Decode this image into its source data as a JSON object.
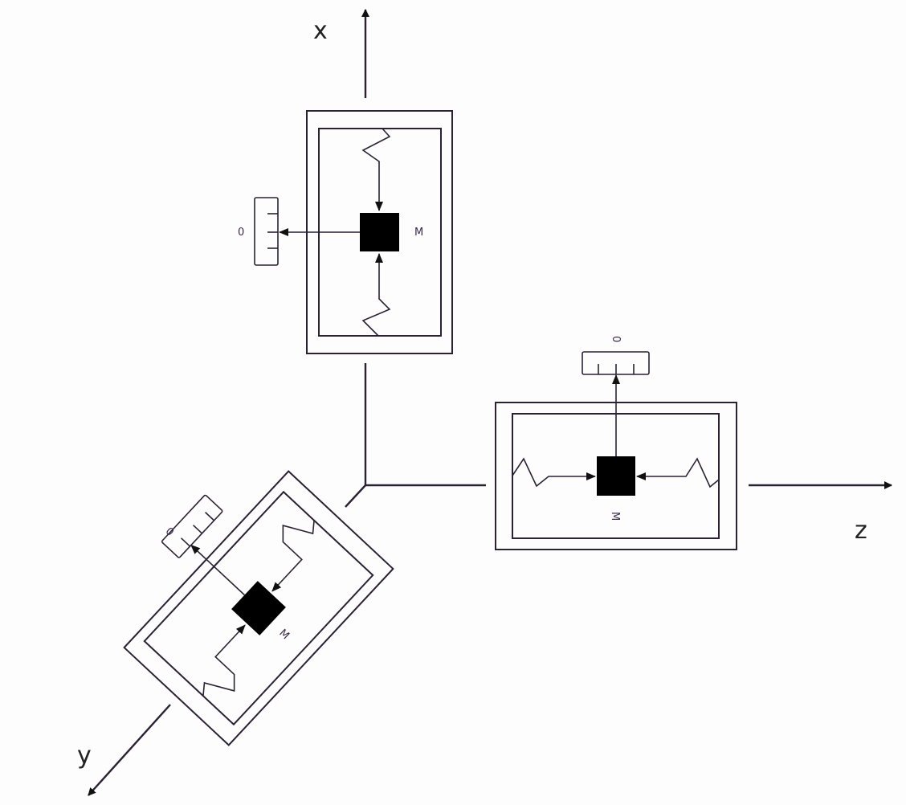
{
  "axes": {
    "x_label": "x",
    "y_label": "y",
    "z_label": "z"
  },
  "sensors": [
    {
      "axis": "x",
      "mass_label": "M",
      "gauge_label": "0"
    },
    {
      "axis": "z",
      "mass_label": "M",
      "gauge_label": "0"
    },
    {
      "axis": "y",
      "mass_label": "M",
      "gauge_label": "0"
    }
  ],
  "colors": {
    "line": "#2a2233",
    "mass": "#000000",
    "background": "#fdfdfe"
  }
}
